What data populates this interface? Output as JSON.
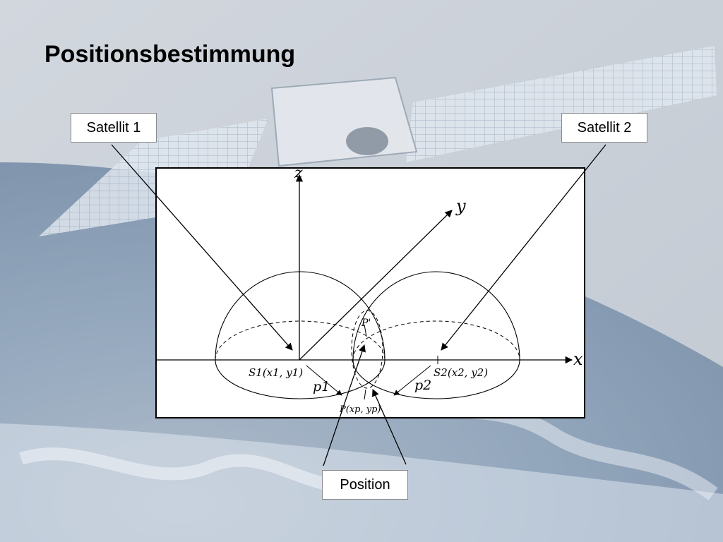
{
  "slide": {
    "title": "Positionsbestimmung"
  },
  "labels": {
    "satellite1": "Satellit 1",
    "satellite2": "Satellit 2",
    "position": "Position"
  },
  "diagram": {
    "axes": {
      "x": "x",
      "y": "y",
      "z": "z"
    },
    "points": {
      "s1": "S1(x1, y1)",
      "s2": "S2(x2, y2)",
      "p": "P(xp, yp)",
      "p_prime": "P'"
    },
    "ranges": {
      "p1": "p1",
      "p2": "p2"
    }
  },
  "colors": {
    "background_sky": "#cfd5dc",
    "earth_blue": "#7f95b0",
    "diagram_bg": "#ffffff",
    "line": "#000000"
  }
}
